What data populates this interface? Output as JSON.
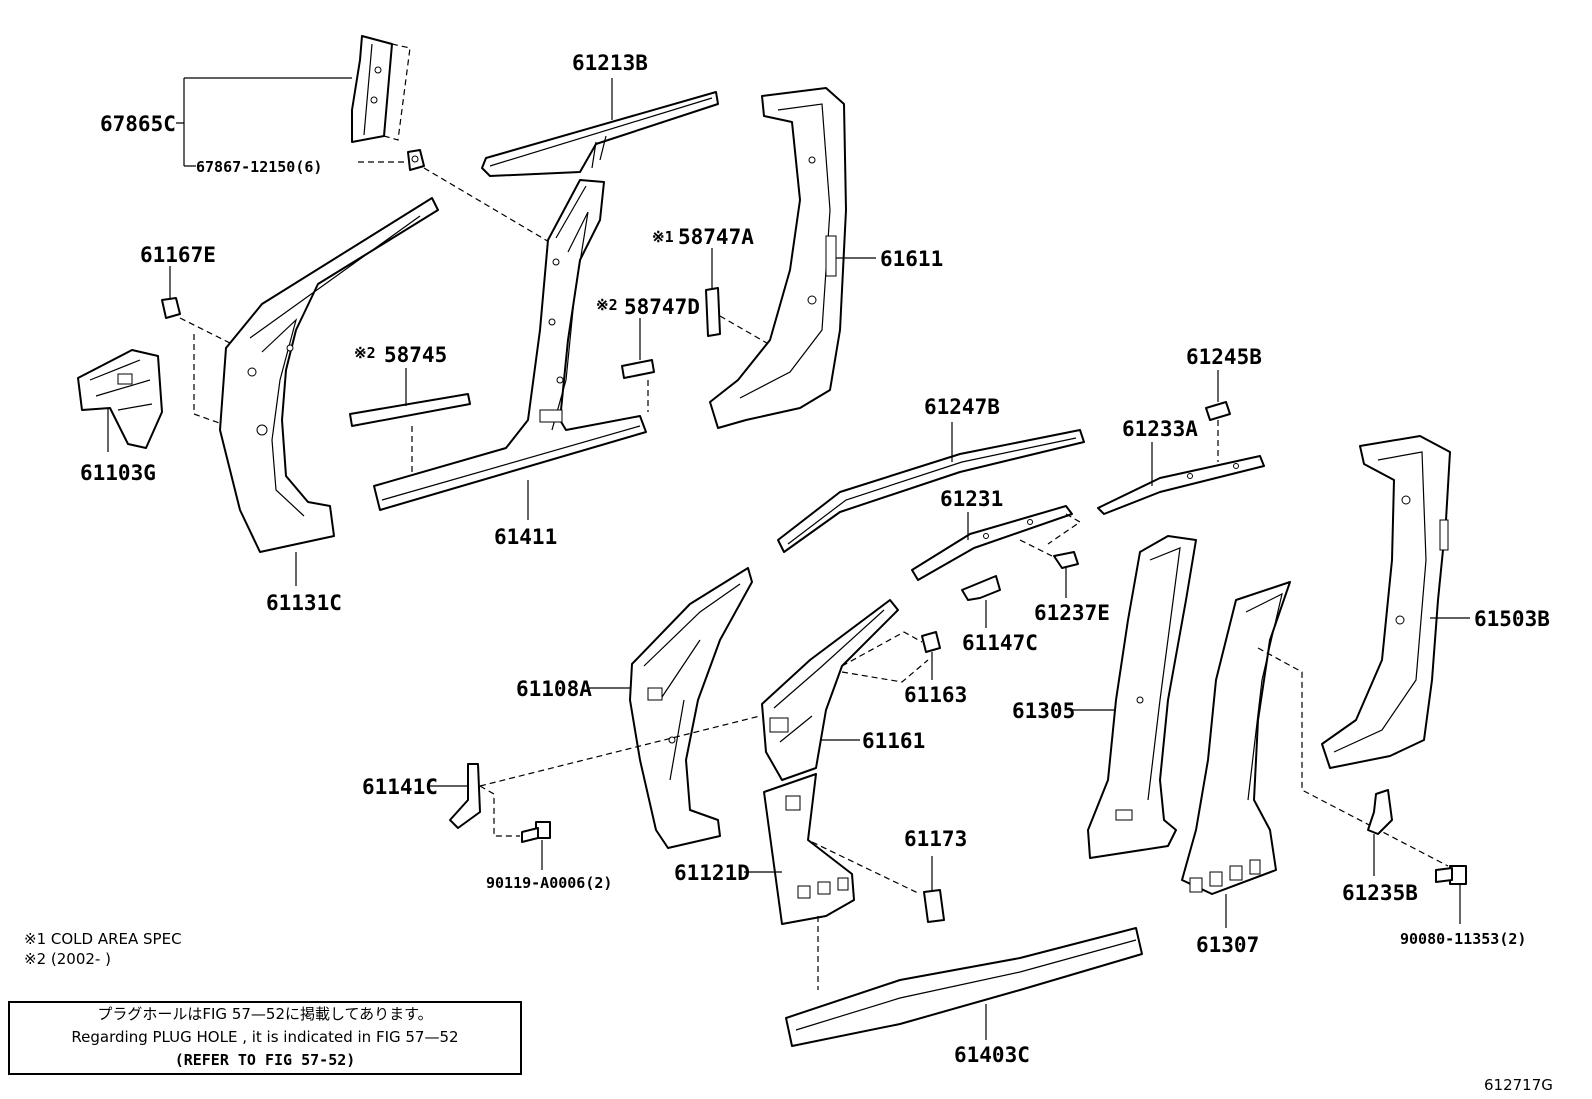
{
  "parts": {
    "p67865C": "67865C",
    "p67867": "67867-12150(6)",
    "p61213B": "61213B",
    "p61167E": "61167E",
    "p58747A": "58747A",
    "p61611": "61611",
    "p58747D": "58747D",
    "p58745": "58745",
    "p61103G": "61103G",
    "p61411": "61411",
    "p61131C": "61131C",
    "p61245B": "61245B",
    "p61247B": "61247B",
    "p61233A": "61233A",
    "p61231": "61231",
    "p61237E": "61237E",
    "p61147C": "61147C",
    "p61503B": "61503B",
    "p61108A": "61108A",
    "p61163": "61163",
    "p61305": "61305",
    "p61161": "61161",
    "p61141C": "61141C",
    "p61173": "61173",
    "p61121D": "61121D",
    "p90119": "90119-A0006(2)",
    "p61235B": "61235B",
    "p61307": "61307",
    "p90080": "90080-11353(2)",
    "p61403C": "61403C"
  },
  "marks": {
    "m1": "※1",
    "m2a": "※2",
    "m2b": "※2"
  },
  "notes": {
    "note1": "※1 COLD AREA SPEC",
    "note2": "※2 (2002-        )"
  },
  "reference": {
    "line_jp": "プラグホールはFIG 57—52に掲載してあります。",
    "line_en": "Regarding  PLUG  HOLE , it is indicated in FIG  57—52",
    "line_refer": "(REFER TO FIG 57-52)"
  },
  "figure_id": "612717G"
}
